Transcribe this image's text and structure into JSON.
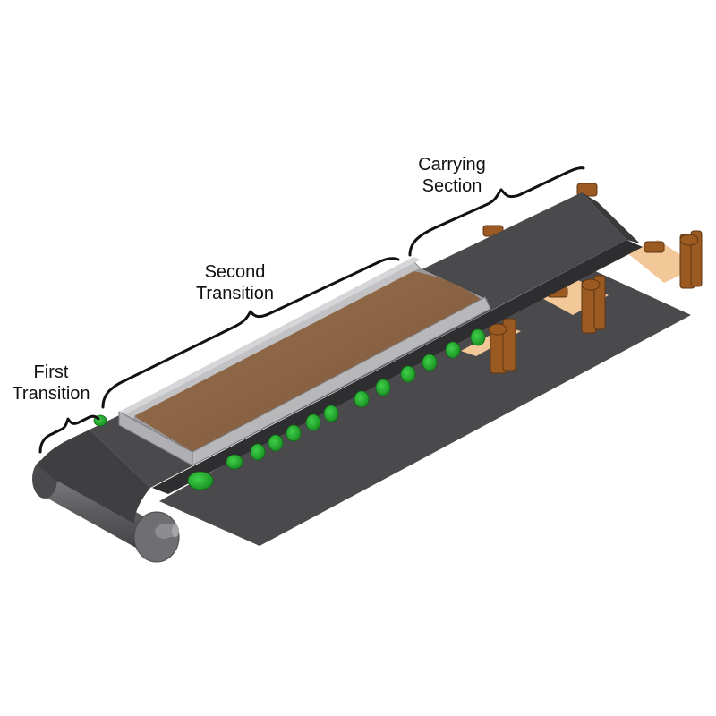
{
  "labels": {
    "carrying": [
      "Carrying",
      "Section"
    ],
    "second": [
      "Second",
      "Transition"
    ],
    "first": [
      "First",
      "Transition"
    ]
  },
  "colors": {
    "belt": "#4a4a4c",
    "belt_dark": "#3a3a3c",
    "material": "#8a6446",
    "skirt": "#b5b5b8",
    "idler_roll": "#22a52a",
    "idler_frame": "#9a5a22",
    "support_plank": "#f3c898",
    "pulley": "#6a6a6d"
  },
  "icons": {
    "bracket": "curly-brace"
  }
}
